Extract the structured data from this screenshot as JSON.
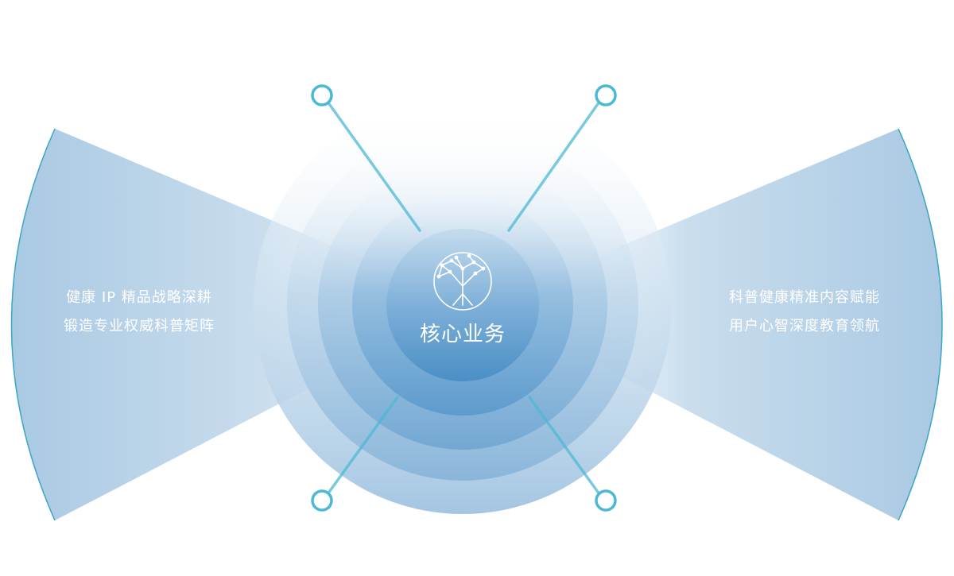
{
  "center": {
    "title": "核心业务",
    "icon": "tree-network-icon"
  },
  "left_wing": {
    "lines": [
      "健康 IP 精品战略深耕",
      "锻造专业权威科普矩阵"
    ]
  },
  "right_wing": {
    "lines": [
      "科普健康精准内容赋能",
      "用户心智深度教育领航"
    ]
  },
  "colors": {
    "ring_dark": "#4a8fc6",
    "ring_light": "#dceaf5",
    "wing_edge": "#3aa5c7",
    "connector": "#4cb8d4",
    "text": "#ffffff"
  }
}
